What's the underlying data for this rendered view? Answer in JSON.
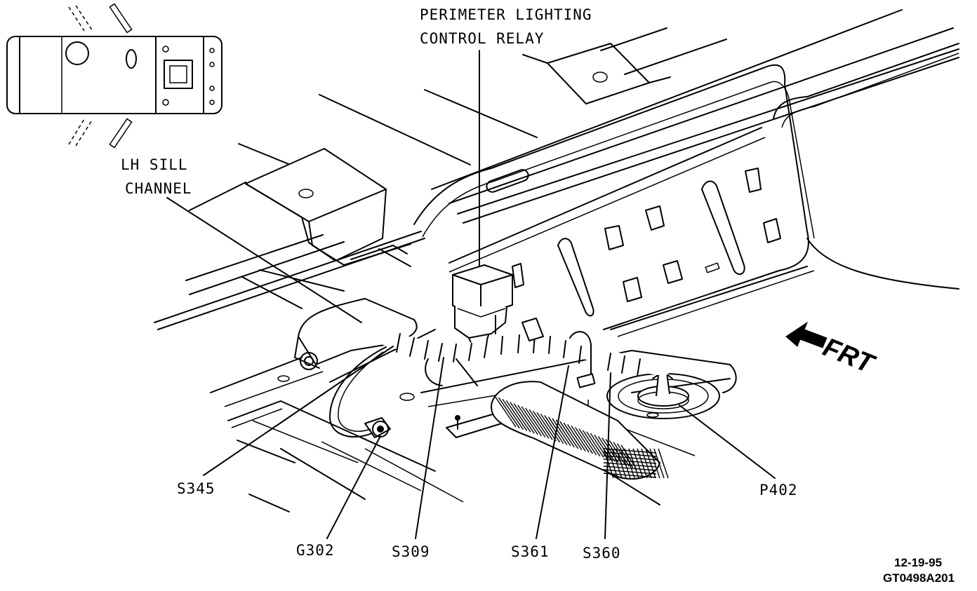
{
  "diagram": {
    "labels": {
      "relay_line1": "PERIMETER LIGHTING",
      "relay_line2": "CONTROL RELAY",
      "sill_line1": "LH SILL",
      "sill_line2": "CHANNEL",
      "s345": "S345",
      "g302": "G302",
      "s309": "S309",
      "s361": "S361",
      "s360": "S360",
      "p402": "P402",
      "frt": "FRT"
    },
    "reference": {
      "date": "12-19-95",
      "code": "GT0498A201"
    }
  }
}
